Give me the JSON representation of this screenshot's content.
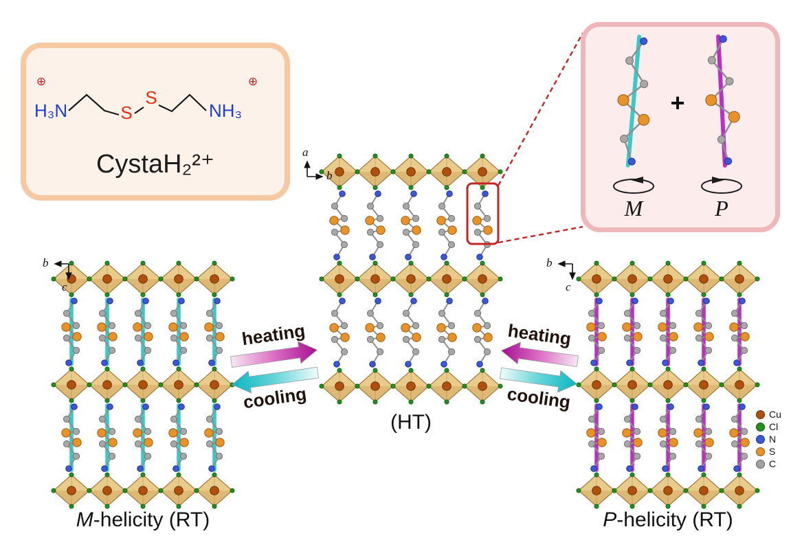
{
  "chem_box": {
    "charge_left": "⊕",
    "cation_left": "H₃N",
    "s_left": "S",
    "s_right": "S",
    "cation_right": "NH₃",
    "charge_right": "⊕",
    "name": "CystaH₂²⁺"
  },
  "inset": {
    "m_label": "M",
    "p_label": "P",
    "plus": "+"
  },
  "axes": {
    "ht_vertical": "a",
    "ht_horizontal": "b",
    "m_horizontal": "b",
    "m_vertical": "c",
    "p_horizontal": "b",
    "p_vertical": "c"
  },
  "process": {
    "heating": "heating",
    "cooling": "cooling"
  },
  "labels": {
    "ht": "(HT)",
    "m_italic": "M",
    "m_rest": "-helicity (RT)",
    "p_italic": "P",
    "p_rest": "-helicity (RT)"
  },
  "legend": {
    "items": [
      {
        "label": "Cu",
        "color": "#b0500e"
      },
      {
        "label": "Cl",
        "color": "#22901f"
      },
      {
        "label": "N",
        "color": "#3c57d8"
      },
      {
        "label": "S",
        "color": "#e8932a"
      },
      {
        "label": "C",
        "color": "#a2a2a2"
      }
    ]
  },
  "atoms": {
    "cu": "#b0500e",
    "cl": "#22901f",
    "n": "#3c57d8",
    "s": "#e8932a",
    "c": "#a8a8a8",
    "octa": "#ddb975",
    "octa_top": "#e9cc8c",
    "octa_edge": "#9f7b3b",
    "bond": "#8f8f8f"
  },
  "rods": {
    "m_color": "#38c9c9",
    "p_color": "#ba30c4"
  },
  "accents": {
    "red": "#c42424"
  }
}
